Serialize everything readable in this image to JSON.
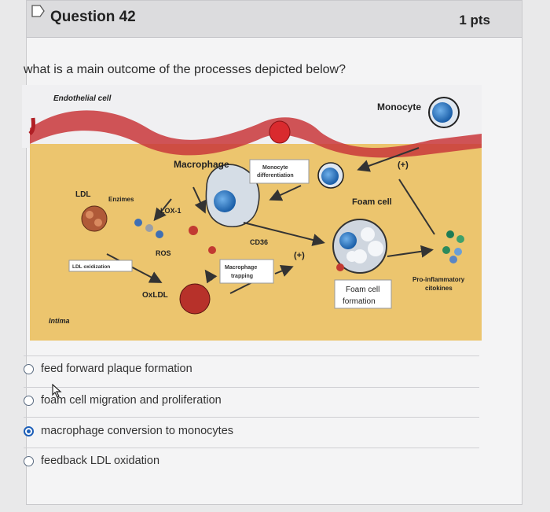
{
  "question": {
    "title": "Question 42",
    "points": "1 pts",
    "prompt": "what is a main outcome of the processes depicted below?"
  },
  "figure": {
    "labels": {
      "endothelial_cell": "Endothelial cell",
      "monocyte": "Monocyte",
      "macrophage": "Macrophage",
      "monocyte_differentiation": "Monocyte differentiation",
      "ldl": "LDL",
      "enzimes": "Enzimes",
      "lox1": "LOX-1",
      "ros": "ROS",
      "ldl_oxidization": "LDL oxidization",
      "oxldl": "OxLDL",
      "cd36": "CD36",
      "macrophage_trapping": "Macrophage trapping",
      "plus_top": "(+)",
      "plus_mid": "(+)",
      "foam_cell": "Foam cell",
      "foam_cell_formation": "Foam cell formation",
      "pro_inflammatory": "Pro-inflammatory citokines",
      "intima": "Intima"
    }
  },
  "answers": [
    {
      "label": "feed forward plaque formation",
      "selected": false
    },
    {
      "label": "foam cell migration and proliferation",
      "selected": false
    },
    {
      "label": "macrophage conversion to monocytes",
      "selected": true
    },
    {
      "label": "feedback LDL oxidation",
      "selected": false
    }
  ],
  "colors": {
    "accent": "#1d5fb8",
    "intima": "#ecc56e",
    "endothelium": "#c9373b"
  }
}
